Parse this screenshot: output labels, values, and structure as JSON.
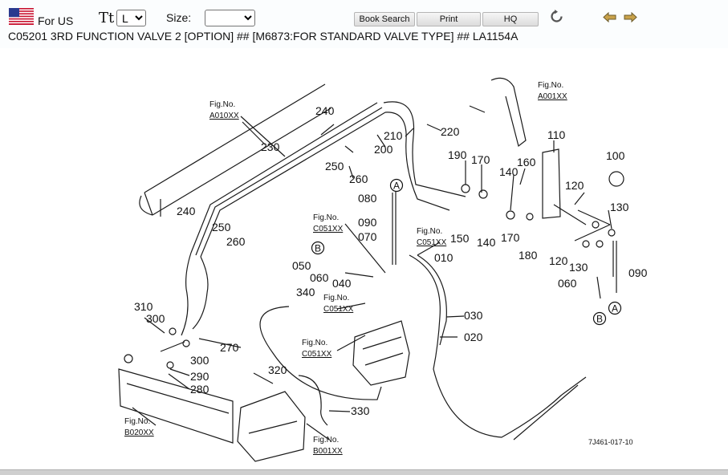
{
  "header": {
    "region_label": "For US",
    "font_icon_label": "Tt",
    "font_select_value": "L",
    "size_label": "Size:",
    "size_select_value": "",
    "buttons": {
      "book_search": "Book Search",
      "print": "Print",
      "hq": "HQ"
    },
    "icons": [
      "us-flag-icon",
      "font-size-icon",
      "refresh-icon",
      "arrow-left-icon",
      "arrow-right-icon"
    ]
  },
  "page_title": "C05201 3RD FUNCTION VALVE 2 [OPTION] ## [M6873:FOR STANDARD VALVE TYPE] ## LA1154A",
  "diagram": {
    "fig_refs": [
      {
        "a": "Fig.No.",
        "b": "A010XX"
      },
      {
        "a": "Fig.No.",
        "b": "A001XX"
      },
      {
        "a": "Fig.No.",
        "b": "C051XX"
      },
      {
        "a": "Fig.No.",
        "b": "C051XX"
      },
      {
        "a": "Fig.No.",
        "b": "C051XX"
      },
      {
        "a": "Fig.No.",
        "b": "C051XX"
      },
      {
        "a": "Fig.No.",
        "b": "B020XX"
      },
      {
        "a": "Fig.No.",
        "b": "B001XX"
      }
    ],
    "parts": [
      "240",
      "230",
      "210",
      "220",
      "200",
      "250",
      "260",
      "190",
      "170",
      "160",
      "140",
      "110",
      "100",
      "120",
      "130",
      "090",
      "060",
      "080",
      "090",
      "070",
      "010",
      "150",
      "140",
      "170",
      "180",
      "120",
      "130",
      "240",
      "250",
      "260",
      "050",
      "060",
      "040",
      "340",
      "310",
      "300",
      "270",
      "300",
      "290",
      "280",
      "320",
      "330",
      "030",
      "020"
    ],
    "circled": [
      "A",
      "B",
      "A",
      "B"
    ],
    "drawing_code": "7J461-017-10"
  }
}
